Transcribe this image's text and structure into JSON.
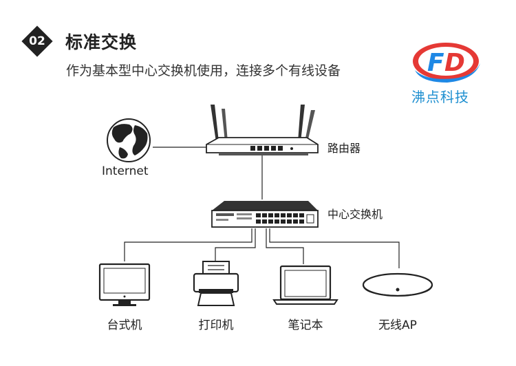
{
  "header": {
    "step_number": "02",
    "title": "标准交换",
    "subtitle": "作为基本型中心交换机使用，连接多个有线设备"
  },
  "brand": {
    "name": "沸点科技",
    "logo_icon": "fd-logo-icon",
    "colors": {
      "red": "#e53935",
      "blue": "#1e88e5"
    }
  },
  "nodes": {
    "internet": "Internet",
    "router": "路由器",
    "switch": "中心交换机",
    "desktop": "台式机",
    "printer": "打印机",
    "laptop": "笔记本",
    "ap": "无线AP"
  }
}
